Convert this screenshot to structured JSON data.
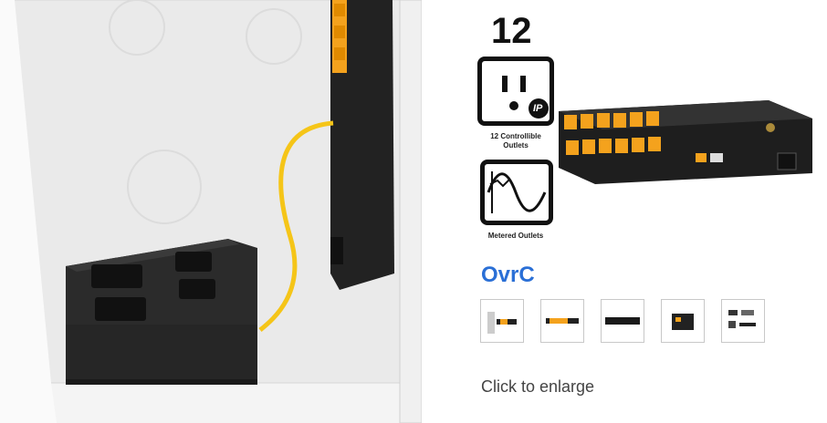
{
  "features": {
    "outlet_count": "12",
    "outlet_caption_line1": "12 Controllible",
    "outlet_caption_line2": "Outlets",
    "metered_caption": "Metered Outlets",
    "outlet_badge": "IP"
  },
  "brand": {
    "ovrc_logo": "OvrC",
    "accent": "#2a6fd6",
    "outlet_orange": "#f4a21d"
  },
  "gallery": {
    "enlarge_label": "Click to enlarge",
    "thumbnails": [
      "thumb-1",
      "thumb-2",
      "thumb-3",
      "thumb-4",
      "thumb-5"
    ]
  }
}
